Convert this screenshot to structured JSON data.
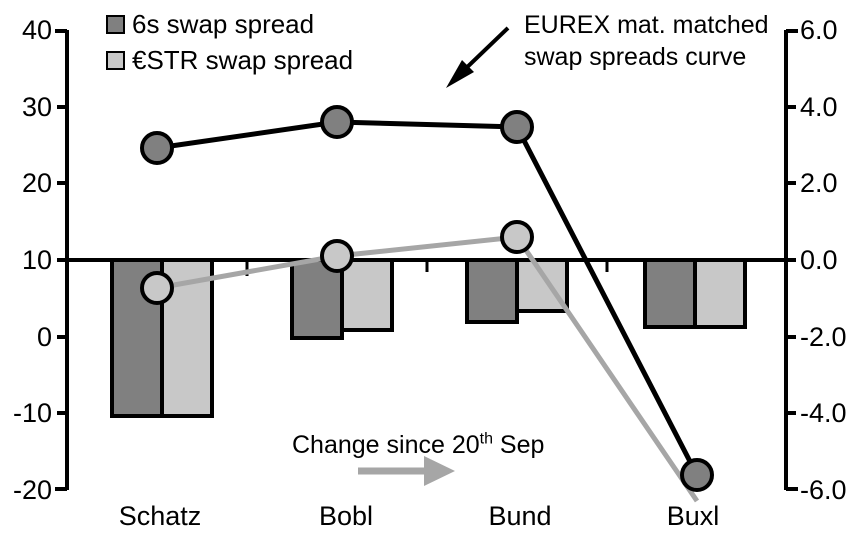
{
  "chart_data": {
    "type": "bar",
    "title": "",
    "subtitle": "",
    "xlabel": "",
    "categories": [
      "Schatz",
      "Bobl",
      "Bund",
      "Buxl"
    ],
    "left_axis": {
      "label": "",
      "ticks": [
        "40",
        "30",
        "20",
        "10",
        "0",
        "-10",
        "-20"
      ],
      "tick_values": [
        40,
        30,
        20,
        10,
        0,
        -10,
        -20
      ],
      "ylim": [
        -20,
        40
      ]
    },
    "right_axis": {
      "label": "",
      "ticks": [
        "6.0",
        "4.0",
        "2.0",
        "0.0",
        "-2.0",
        "-4.0",
        "-6.0"
      ],
      "tick_values": [
        6.0,
        4.0,
        2.0,
        0.0,
        -2.0,
        -4.0,
        -6.0
      ],
      "ylim": [
        -6.0,
        6.0
      ]
    },
    "grid": false,
    "legend_position": "top-left",
    "zero_reference_line_left_value": 10,
    "series": [
      {
        "name": "6s swap spread",
        "type": "bar",
        "axis": "left",
        "color": "#808080",
        "edge_color": "#000000",
        "values": [
          -10.3,
          -0.2,
          1.9,
          1.2
        ]
      },
      {
        "name": "€STR swap spread",
        "type": "bar",
        "axis": "left",
        "color": "#c8c8c8",
        "edge_color": "#000000",
        "values": [
          -10.3,
          0.8,
          3.4,
          1.2
        ]
      },
      {
        "name": "EUREX mat. matched swap spreads curve",
        "type": "line",
        "axis": "left",
        "color": "#000000",
        "marker_fill": "#808080",
        "values": [
          24.6,
          28.0,
          27.3,
          -18.0
        ]
      },
      {
        "name": "Change since 20th Sep",
        "type": "line",
        "axis": "right",
        "color": "#a6a6a6",
        "marker_fill": "#c8c8c8",
        "values": [
          -0.73,
          0.1,
          0.6,
          -6.3
        ]
      }
    ],
    "annotations": [
      {
        "id": "eurex-note",
        "text_line_1": "EUREX mat. matched",
        "text_line_2": "swap spreads curve",
        "arrow": "down-left",
        "color": "#000000"
      },
      {
        "id": "change-note",
        "text_prefix": "Change since 20",
        "text_superscript": "th",
        "text_suffix": " Sep",
        "arrow": "right",
        "color": "#a6a6a6"
      }
    ],
    "colors": {
      "bar_dark": "#808080",
      "bar_light": "#c8c8c8",
      "line_black": "#000000",
      "line_gray": "#a6a6a6",
      "axis": "#000000",
      "background": "#ffffff"
    }
  },
  "legend": {
    "items": [
      {
        "label": "6s swap spread",
        "color": "#808080"
      },
      {
        "label": "€STR swap spread",
        "color": "#c8c8c8"
      }
    ]
  },
  "left_axis_ticks": [
    "40",
    "30",
    "20",
    "10",
    "0",
    "-10",
    "-20"
  ],
  "right_axis_ticks": [
    "6.0",
    "4.0",
    "2.0",
    "0.0",
    "-2.0",
    "-4.0",
    "-6.0"
  ],
  "category_labels": [
    "Schatz",
    "Bobl",
    "Bund",
    "Buxl"
  ],
  "annotations": {
    "eurex_line1": "EUREX mat. matched",
    "eurex_line2": "swap spreads curve",
    "change_prefix": "Change since 20",
    "change_sup": "th",
    "change_suffix": " Sep"
  }
}
